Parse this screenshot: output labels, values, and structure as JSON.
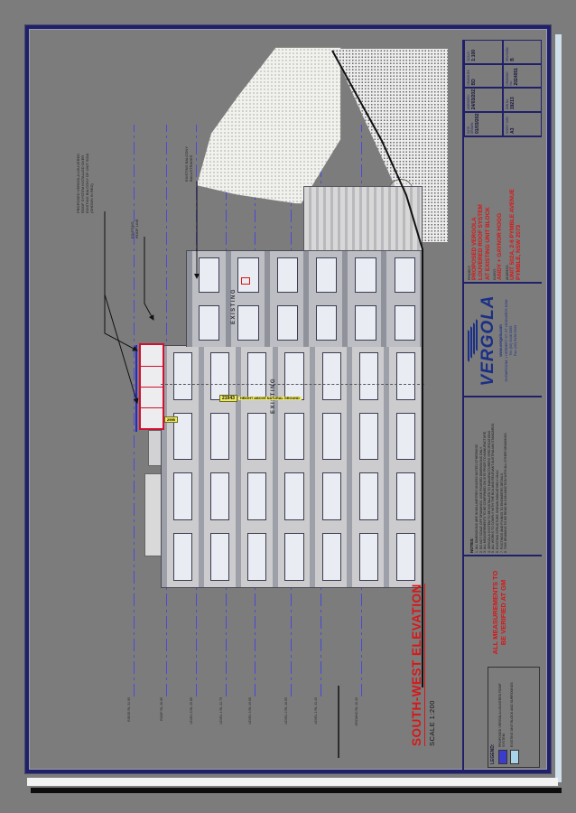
{
  "page": {
    "background": "#7c7c7c",
    "border_color": "#20206a"
  },
  "view": {
    "title": "SOUTH-WEST ELEVATION",
    "scale": "SCALE 1:200",
    "title_color": "#d91616"
  },
  "levels": {
    "labels": [
      "RIDGE RL 31.95",
      "ROOF RL 28.95",
      "LEVEL 5 RL 25.85",
      "LEVEL 4 RL 22.75",
      "LEVEL 3 RL 19.65",
      "LEVEL 2 RL 16.55",
      "LEVEL 1 RL 13.45",
      "GROUND RL 10.35"
    ],
    "line_color": "#4a4ada"
  },
  "annotations": {
    "vergola_note": {
      "lines": [
        "PROPOSED VERGOLA LOUVERED",
        "ROOF SYSTEM INSTALLED OVER",
        "EXISTING BALCONY OF UNIT 502A",
        "(SHOWN IN RED)"
      ]
    },
    "roof_note": {
      "lines": [
        "EXISTING",
        "ROOF LINE"
      ]
    },
    "balustrade_note": {
      "lines": [
        "EXISTING BALCONY",
        "BALUSTRADES"
      ]
    }
  },
  "building_labels": {
    "existing_upper": "EXISTING",
    "existing_lower": "EXISTING"
  },
  "dimensions": {
    "overall_height_label": "HEIGHT ABOVE NATURAL GROUND",
    "overall_height_value": "21943",
    "vergola_height_value": "2995",
    "highlight_color": "#efe95e"
  },
  "legend": {
    "title": "LEGEND:",
    "entries": [
      {
        "color": "#3b3bd0",
        "label": "PROPOSED VERGOLA LOUVERED ROOF SYSTEM"
      },
      {
        "color": "#a8d4ea",
        "label": "EXISTING UNIT BLOCK AND SURROUNDS"
      }
    ]
  },
  "measurements_warning": {
    "line1": "ALL MEASUREMENTS TO",
    "line2": "BE VERIFIED AT GM"
  },
  "notes": {
    "heading": "NOTES:",
    "lines": [
      "1. ALL DIMENSIONS ARE IN MILLIMETRES UNLESS NOTED OTHERWISE.",
      "2. DO NOT SCALE OFF DRAWINGS. USE FIGURED DIMENSIONS ONLY.",
      "3. ALL MEASUREMENTS TO BE CONFIRMED ON SITE PRIOR TO MANUFACTURE.",
      "4. VERGOLA SYSTEM TO BE INSTALLED TO MANUFACTURERS SPECIFICATIONS.",
      "5. ALL WORKS TO COMPLY WITH THE BCA AND RELEVANT AUSTRALIAN STANDARDS.",
      "6. EXISTING STRUCTURE SHOWN INDICATIVELY ONLY.",
      "7. FOOTINGS AND FIXINGS TO ENGINEERS DETAILS.",
      "8. THIS DRAWING TO BE READ IN CONJUNCTION WITH ALL OTHER DRAWINGS."
    ]
  },
  "vergola_brand": {
    "name": "VERGOLA",
    "tagline": "www.vergola.com",
    "contact": [
      "SHOWROOM: 1 HERBERT ST, ST LEONARDS NSW",
      "Tel: (02) 9436 5355",
      "Fax: (02) 9436 5333"
    ],
    "brand_color": "#1b2f86"
  },
  "project": {
    "project_label": "PROJECT:",
    "project_lines": [
      "PROPOSED VERGOLA",
      "LOUVERED ROOF SYSTEM",
      "AT EXISTING UNIT BLOCK"
    ],
    "client_label": "CLIENT:",
    "client": "ANDY + GAYNOR HOGG",
    "address_label": "ADDRESS:",
    "address_lines": [
      "UNIT 502A, 2-6 PYMBLE AVENUE",
      "PYMBLE, NSW 2073"
    ],
    "text_color": "#d91616"
  },
  "title_block": {
    "cells": [
      {
        "label": "DATE DRAWN:",
        "value": "01/03/2021"
      },
      {
        "label": "AMENDED:",
        "value": "24/03/2021"
      },
      {
        "label": "DRAWN BY:",
        "value": "BD"
      },
      {
        "label": "SCALE:",
        "value": "1:100"
      },
      {
        "label": "SHEET SIZE:",
        "value": "A3"
      },
      {
        "label": "JOB No:",
        "value": "19213"
      },
      {
        "label": "DRAWING No:",
        "value": "2024051"
      },
      {
        "label": "REVISION:",
        "value": "B"
      }
    ]
  },
  "drawing": {
    "floors_main": 7,
    "floors_right": 6,
    "level_count": 8
  }
}
